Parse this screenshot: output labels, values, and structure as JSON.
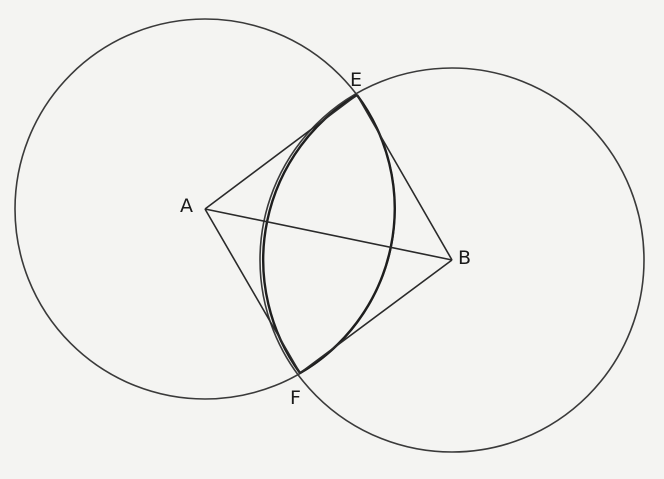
{
  "diagram": {
    "points": {
      "A": "A",
      "B": "B",
      "E": "E",
      "F": "F"
    },
    "stroke_color": "#2a2a2a",
    "background_color": "#f4f4f2"
  }
}
